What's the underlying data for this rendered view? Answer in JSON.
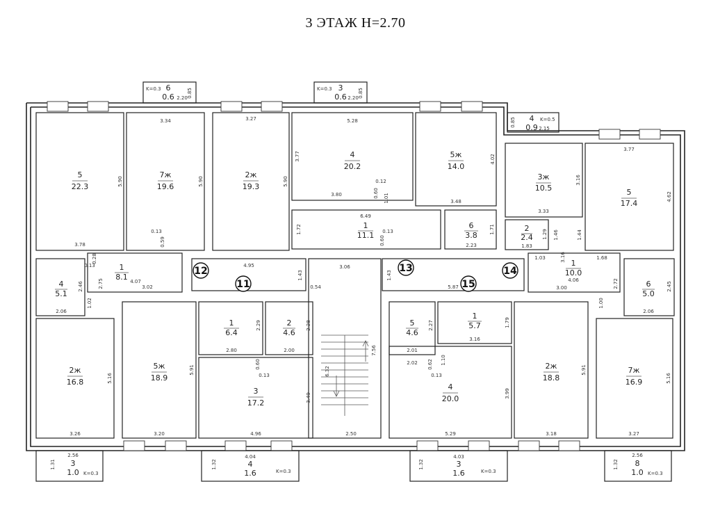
{
  "title": "3 ЭТАЖ H=2.70",
  "rooms": [
    {
      "id": "r1",
      "num": "5",
      "area": "22.3",
      "w": "3.78",
      "h": "5.90"
    },
    {
      "id": "r2",
      "num": "7ж",
      "area": "19.6",
      "w": "3.34",
      "h": "5.90"
    },
    {
      "id": "r3",
      "num": "2ж",
      "area": "19.3",
      "w": "3.27",
      "h": "5.90"
    },
    {
      "id": "r4",
      "num": "4",
      "area": "20.2",
      "w": "5.28",
      "h": "3.77"
    },
    {
      "id": "r5",
      "num": "5ж",
      "area": "14.0",
      "w": "3.48",
      "h": "4.02"
    },
    {
      "id": "r6",
      "num": "3ж",
      "area": "10.5",
      "w": "3.33",
      "h": "3.16"
    },
    {
      "id": "r7",
      "num": "5",
      "area": "17.4",
      "w": "3.77",
      "h": "4.62"
    },
    {
      "id": "r8",
      "num": "1",
      "area": "11.1",
      "w": "6.49",
      "h": "1.72"
    },
    {
      "id": "r9",
      "num": "6",
      "area": "3.8",
      "w": "2.23",
      "h": "1.71"
    },
    {
      "id": "r10",
      "num": "2",
      "area": "2.4",
      "w": "1.83",
      "h": "1.29"
    },
    {
      "id": "r11",
      "num": "1",
      "area": "8.1",
      "w": "4.07",
      "h": "2.75"
    },
    {
      "id": "r12",
      "num": "4",
      "area": "5.1",
      "w": "2.06",
      "h": "2.46"
    },
    {
      "id": "r13",
      "num": "1",
      "area": "10.0",
      "w": "4.06",
      "h": "2.72"
    },
    {
      "id": "r14",
      "num": "6",
      "area": "5.0",
      "w": "2.06",
      "h": "2.45"
    },
    {
      "id": "r15",
      "num": "1",
      "area": "6.4",
      "w": "2.80",
      "h": "2.29"
    },
    {
      "id": "r16",
      "num": "2",
      "area": "4.6",
      "w": "2.00",
      "h": "2.28"
    },
    {
      "id": "r17",
      "num": "5",
      "area": "4.6",
      "w": "2.01",
      "h": "2.27"
    },
    {
      "id": "r18",
      "num": "1",
      "area": "5.7",
      "w": "3.16",
      "h": "1.79"
    },
    {
      "id": "r19",
      "num": "2ж",
      "area": "16.8",
      "w": "3.26",
      "h": "5.16"
    },
    {
      "id": "r20",
      "num": "5ж",
      "area": "18.9",
      "w": "3.20",
      "h": "5.91"
    },
    {
      "id": "r21",
      "num": "3",
      "area": "17.2",
      "w": "4.96",
      "h": "3.49"
    },
    {
      "id": "r22",
      "num": "4",
      "area": "20.0",
      "w": "5.29",
      "h": "3.99"
    },
    {
      "id": "r23",
      "num": "2ж",
      "area": "18.8",
      "w": "3.18",
      "h": "5.91"
    },
    {
      "id": "r24",
      "num": "7ж",
      "area": "16.9",
      "w": "3.27",
      "h": "5.16"
    }
  ],
  "balconies": [
    {
      "id": "b1",
      "num": "6",
      "area": "0.6",
      "k": "K=0.3",
      "d1": "2.20",
      "d2": "0.85"
    },
    {
      "id": "b2",
      "num": "3",
      "area": "0.6",
      "k": "K=0.3",
      "d1": "2.20",
      "d2": "0.85"
    },
    {
      "id": "b3",
      "num": "4",
      "area": "0.9",
      "k": "K=0.5",
      "d1": "2.15",
      "d2": "0.85"
    },
    {
      "id": "b4",
      "num": "3",
      "area": "1.0",
      "k": "K=0.3",
      "d1": "2.56",
      "d2": "1.31"
    },
    {
      "id": "b5",
      "num": "4",
      "area": "1.6",
      "k": "K=0.3",
      "d1": "4.04",
      "d2": "1.32"
    },
    {
      "id": "b6",
      "num": "3",
      "area": "1.6",
      "k": "K=0.3",
      "d1": "4.03",
      "d2": "1.32"
    },
    {
      "id": "b7",
      "num": "8",
      "area": "1.0",
      "k": "K=0.3",
      "d1": "2.56",
      "d2": "1.32"
    }
  ],
  "markers": [
    "12",
    "11",
    "13",
    "15",
    "14"
  ],
  "extra_dims": {
    "corr1_w": "4.95",
    "corr1_h": "1.43",
    "stair_w": "3.06",
    "stair_w2": "2.50",
    "stair_h": "6.32",
    "stair_h2": "7.56",
    "corr2_w": "5.87",
    "corr2_h": "1.43",
    "c054": "0.54",
    "c013a": "0.13",
    "c059": "0.59",
    "c060a": "0.60",
    "c012": "0.12",
    "c101": "1.01",
    "c380": "3.80",
    "c013b": "0.13",
    "c060b": "0.60",
    "c303": "3.02",
    "c102": "1.02",
    "c028": "0.28",
    "c013c": "0.13",
    "c146": "1.46",
    "c144": "1.44",
    "c103": "1.03",
    "c168": "1.68",
    "c300": "3.00",
    "c100": "1.00",
    "c316b": "3.16",
    "c060c": "0.60",
    "c013d": "0.13",
    "c062": "0.62",
    "c110": "1.10",
    "c013e": "0.13",
    "c202": "2.02"
  }
}
